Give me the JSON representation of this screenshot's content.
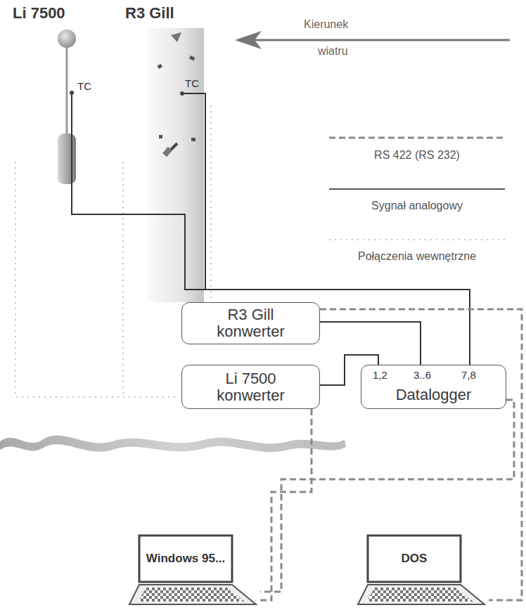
{
  "diagram": {
    "nodes": [
      {
        "text": [
          "Li 7500"
        ]
      },
      {
        "text": [
          "R3 Gill"
        ]
      },
      {
        "text": [
          "R3 Gill konwerter"
        ]
      },
      {
        "text": [
          "Li 7500 konwerter"
        ]
      },
      {
        "text": [
          "1,2",
          "3..6",
          "7,8",
          "Datalogger"
        ]
      },
      {
        "text": [
          "Windows 95..."
        ]
      },
      {
        "text": [
          "DOS"
        ]
      }
    ],
    "edges": [
      {
        "from": 0,
        "to": 4,
        "arrow": "none"
      },
      {
        "from": 1,
        "to": 4,
        "arrow": "none"
      },
      {
        "from": 2,
        "to": 4,
        "arrow": "none"
      },
      {
        "from": 3,
        "to": 4,
        "arrow": "none"
      },
      {
        "from": 2,
        "to": 6,
        "arrow": "none"
      },
      {
        "from": 3,
        "to": 5,
        "arrow": "none"
      },
      {
        "from": 4,
        "to": 5,
        "arrow": "none"
      }
    ],
    "labels": [
      "TC",
      "TC",
      "Kierunek",
      "wiatru"
    ],
    "legend": [
      {
        "text": "RS 422 (RS 232)"
      },
      {
        "text": "Sygnał analogowy"
      },
      {
        "text": "Połączenia wewnętrzne"
      }
    ]
  }
}
